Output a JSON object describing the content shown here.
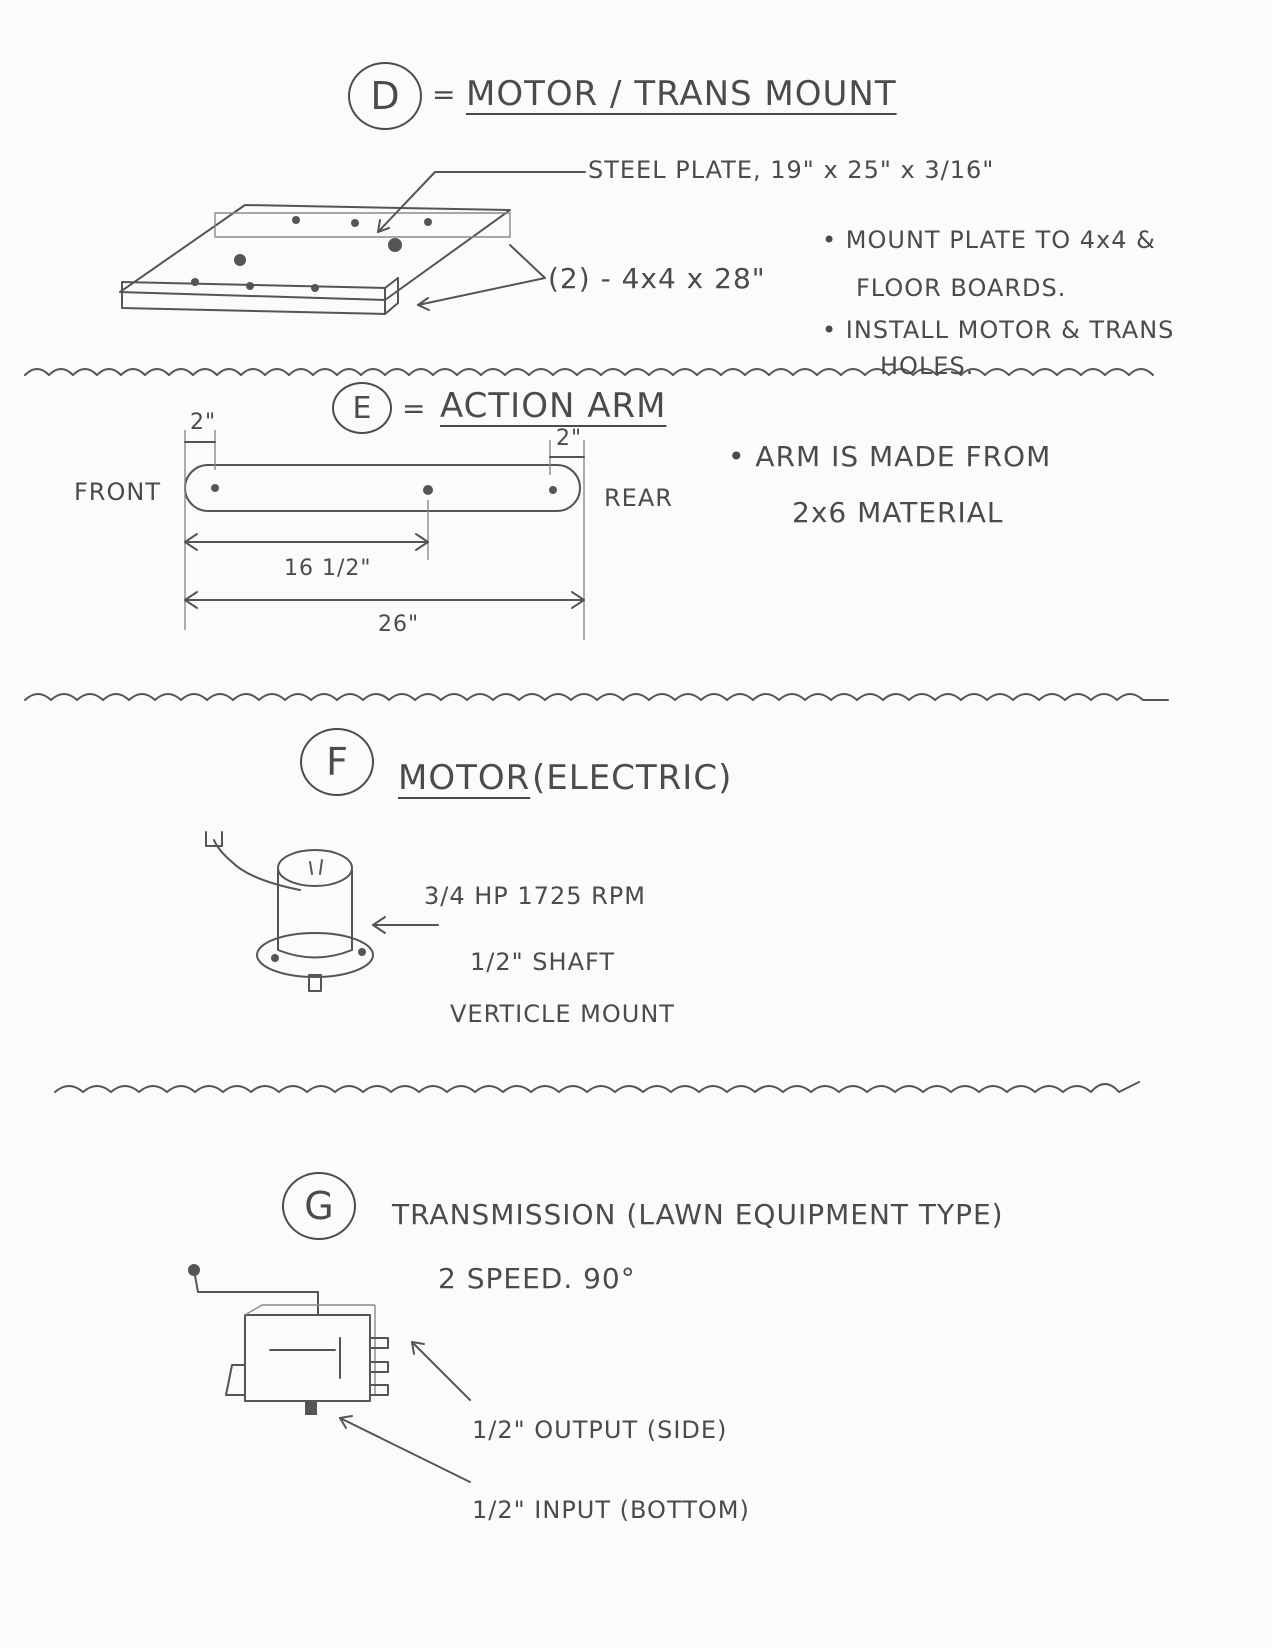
{
  "sections": {
    "d": {
      "letter": "D",
      "title_prefix": "=",
      "title": "MOTOR / TRANS MOUNT",
      "plate_label": "STEEL PLATE, 19\" x 25\" x 3/16\"",
      "beam_label": "(2) - 4x4 x 28\"",
      "notes": [
        "• MOUNT PLATE TO 4x4 &",
        "FLOOR BOARDS.",
        "• INSTALL MOTOR & TRANS",
        "HOLES."
      ]
    },
    "e": {
      "letter": "E",
      "title_prefix": "=",
      "title": "ACTION ARM",
      "front_label": "FRONT",
      "rear_label": "REAR",
      "dim_front_end": "2\"",
      "dim_rear_end": "2\"",
      "dim_mid": "16 1/2\"",
      "dim_total": "26\"",
      "notes": [
        "• ARM IS MADE FROM",
        "2x6 MATERIAL"
      ]
    },
    "f": {
      "letter": "F",
      "title": "MOTOR",
      "subtitle": "(ELECTRIC)",
      "specs": [
        "3/4 HP  1725 RPM",
        "1/2\" SHAFT",
        "VERTICLE MOUNT"
      ]
    },
    "g": {
      "letter": "G",
      "title": "TRANSMISSION (LAWN EQUIPMENT TYPE)",
      "subtitle": "2 SPEED. 90°",
      "output_label": "1/2\" OUTPUT (SIDE)",
      "input_label": "1/2\" INPUT (BOTTOM)"
    }
  }
}
